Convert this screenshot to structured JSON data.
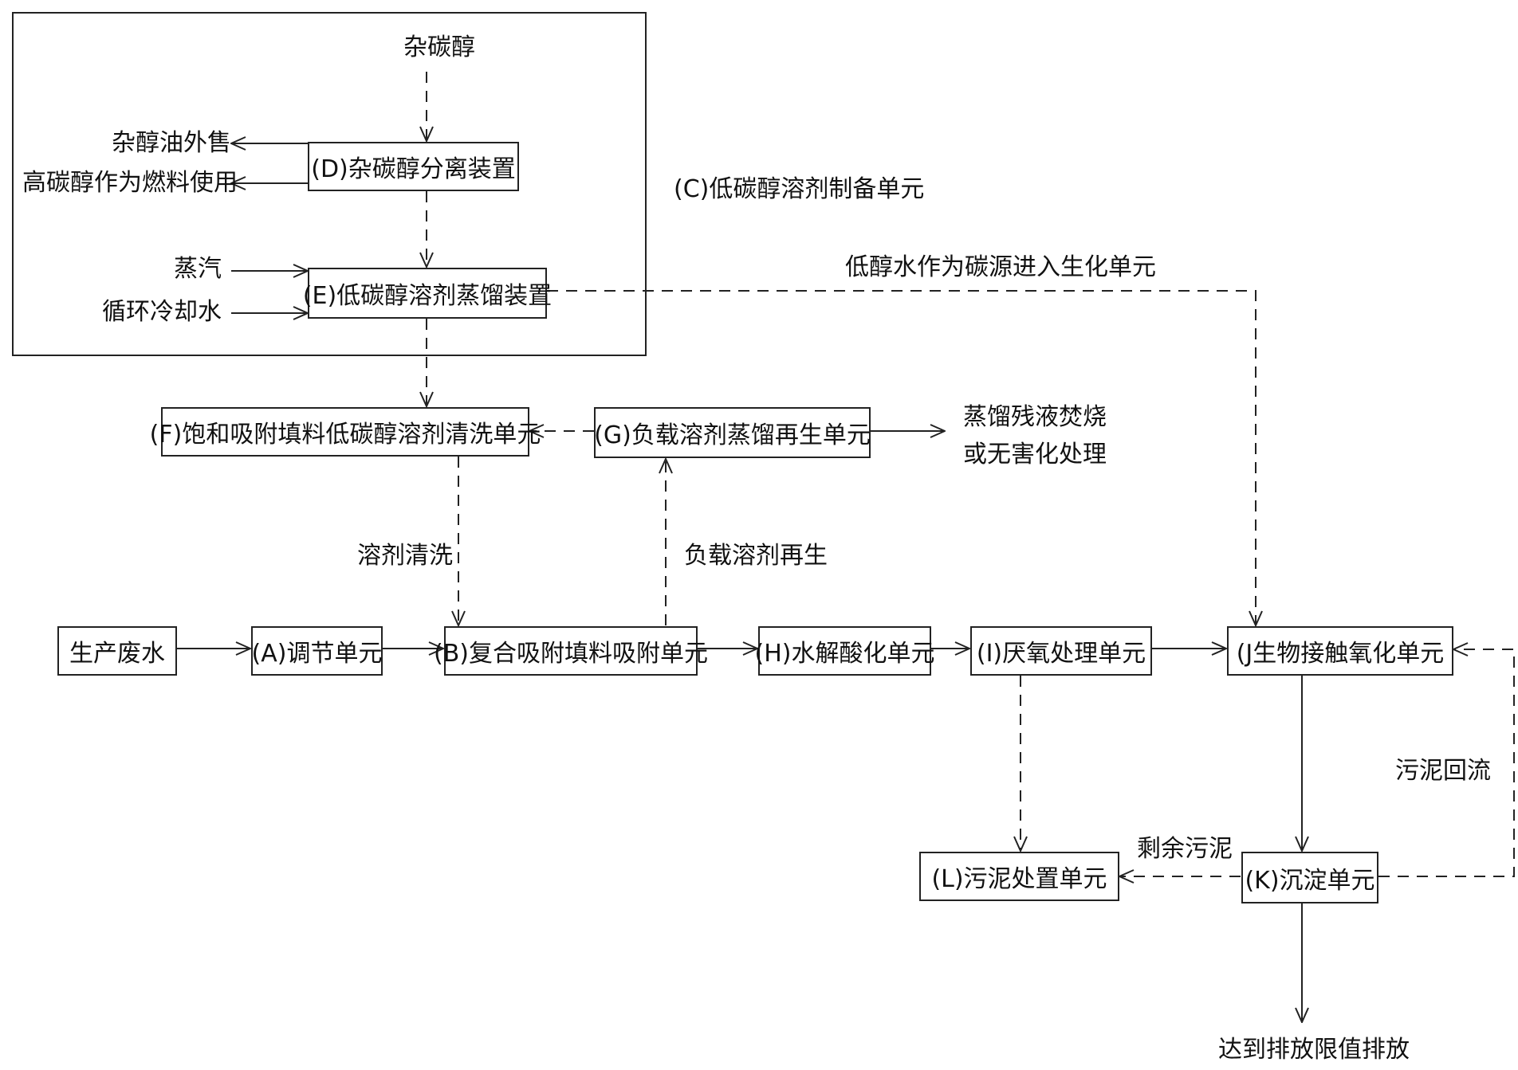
{
  "nodes": {
    "d": "(D)杂碳醇分离装置",
    "e": "(E)低碳醇溶剂蒸馏装置",
    "f": "(F)饱和吸附填料低碳醇溶剂清洗单元",
    "g": "(G)负载溶剂蒸馏再生单元",
    "source": "生产废水",
    "a": "(A)调节单元",
    "b": "(B)复合吸附填料吸附单元",
    "h": "(H)水解酸化单元",
    "i": "(I)厌氧处理单元",
    "j": "(J生物接触氧化单元",
    "l": "(L)污泥处置单元",
    "k": "(K)沉淀单元"
  },
  "labels": {
    "c_unit": "(C)低碳醇溶剂制备单元",
    "mixed_alcohol": "杂碳醇",
    "fusel_oil_sale": "杂醇油外售",
    "high_alcohol_fuel": "高碳醇作为燃料使用",
    "steam": "蒸汽",
    "cooling_water": "循环冷却水",
    "low_alcohol_water": "低醇水作为碳源进入生化单元",
    "residue_line1": "蒸馏残液焚烧",
    "residue_line2": "或无害化处理",
    "solvent_wash": "溶剂清洗",
    "solvent_regen": "负载溶剂再生",
    "sludge_return": "污泥回流",
    "excess_sludge": "剩余污泥",
    "discharge": "达到排放限值排放"
  }
}
